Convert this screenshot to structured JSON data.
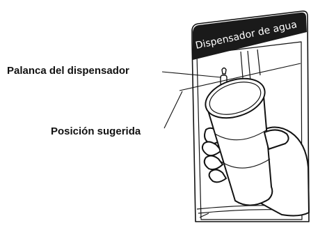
{
  "diagram": {
    "panel_title": "Dispensador de agua",
    "callouts": {
      "lever": "Palanca del dispensador",
      "position": "Posición sugerida"
    },
    "colors": {
      "line": "#111111",
      "panel_header": "#1a1a1a",
      "background": "#ffffff"
    }
  }
}
